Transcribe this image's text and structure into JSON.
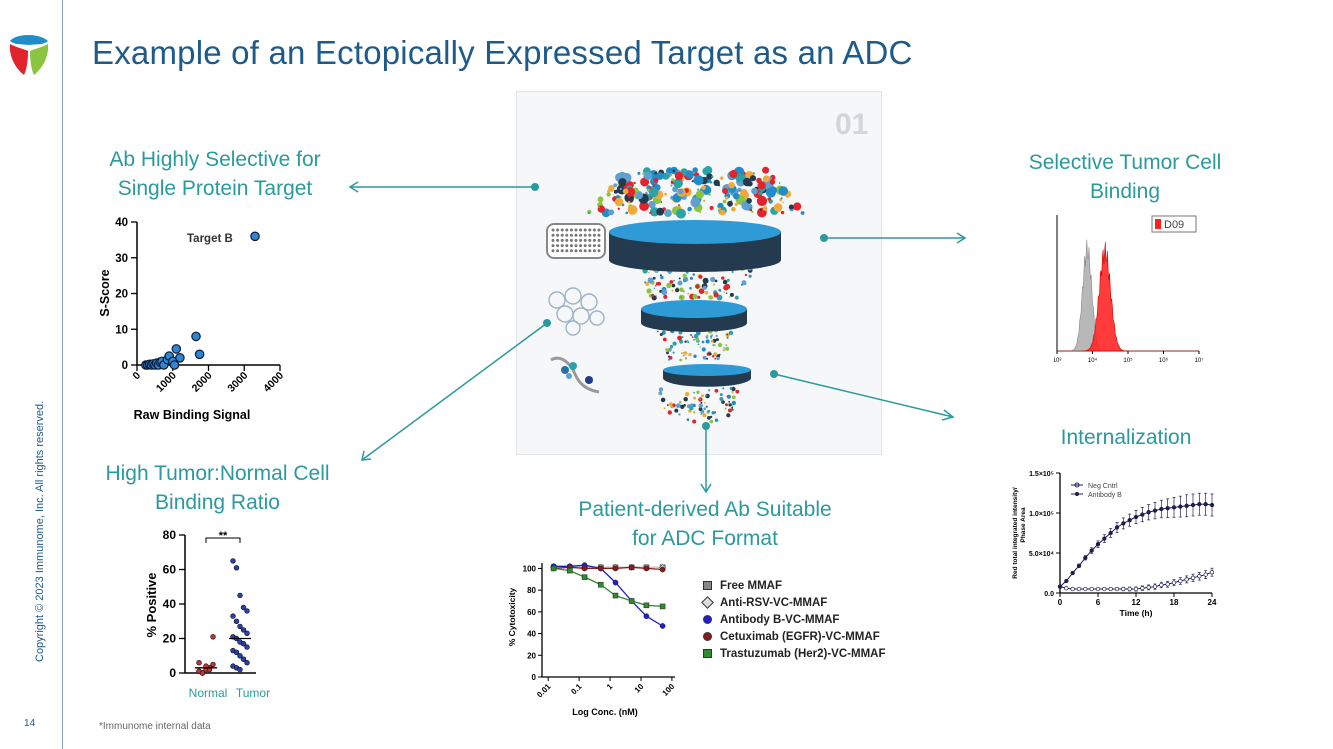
{
  "slide": {
    "title": "Example of an Ectopically Expressed  Target as an ADC",
    "copyright": "Copyright © 2023 Immunome, Inc.  All rights reserved.",
    "page_number": "14",
    "footnote": "*Immunome internal data",
    "logo_icon": "immunome-logo-icon"
  },
  "sections": {
    "selective_line1": "Ab Highly Selective for",
    "selective_line2": "Single Protein Target",
    "ratio_line1": "High Tumor:Normal Cell",
    "ratio_line2": "Binding Ratio",
    "patient_line1": "Patient-derived Ab Suitable",
    "patient_line2": "for ADC Format",
    "binding_line1": "Selective Tumor Cell",
    "binding_line2": "Binding",
    "internalization": "Internalization"
  },
  "funnel": {
    "number": "01",
    "icon": "screening-funnel-icon"
  },
  "colors": {
    "title": "#1e5a8a",
    "teal": "#2a9a9e",
    "navy": "#1e3c8c"
  },
  "chart_data": [
    {
      "type": "scatter",
      "xlabel": "Raw Binding Signal",
      "ylabel": "S-Score",
      "xlim": [
        0,
        4000
      ],
      "ylim": [
        0,
        40
      ],
      "xticks": [
        "0",
        "1000",
        "2000",
        "3000",
        "4000"
      ],
      "yticks": [
        "0",
        "10",
        "20",
        "30",
        "40"
      ],
      "annotation": "Target B",
      "points": [
        [
          250,
          0
        ],
        [
          300,
          0
        ],
        [
          350,
          0.2
        ],
        [
          400,
          0
        ],
        [
          450,
          0.3
        ],
        [
          500,
          0
        ],
        [
          550,
          0.5
        ],
        [
          600,
          0
        ],
        [
          650,
          0.8
        ],
        [
          700,
          1
        ],
        [
          750,
          0
        ],
        [
          850,
          1.5
        ],
        [
          900,
          2.5
        ],
        [
          1000,
          1
        ],
        [
          1050,
          0
        ],
        [
          1100,
          4.5
        ],
        [
          1200,
          2
        ],
        [
          1650,
          8
        ],
        [
          1750,
          3
        ],
        [
          3300,
          36
        ]
      ]
    },
    {
      "type": "scatter",
      "categories": [
        "Normal",
        "Tumor"
      ],
      "ylabel": "% Positive",
      "ylim": [
        0,
        80
      ],
      "yticks": [
        "0",
        "20",
        "40",
        "60",
        "80"
      ],
      "significance": "**",
      "series": [
        {
          "values": [
            1,
            0,
            2,
            3,
            5,
            1,
            0,
            4,
            2,
            21,
            6,
            0
          ]
        },
        {
          "values": [
            65,
            61,
            45,
            38,
            36,
            33,
            30,
            27,
            25,
            23,
            21,
            20,
            18,
            17,
            15,
            13,
            12,
            10,
            8,
            6,
            4,
            3,
            2
          ]
        }
      ],
      "means": [
        3,
        20
      ]
    },
    {
      "type": "line",
      "xlabel": "Log Conc. (nM)",
      "ylabel": "% Cytotoxicity",
      "xticks": [
        "0.01",
        "0.1",
        "1",
        "10",
        "100"
      ],
      "yticks": [
        "0",
        "20",
        "40",
        "60",
        "80",
        "100"
      ],
      "ylim": [
        0,
        105
      ],
      "x": [
        0.015,
        0.05,
        0.15,
        0.5,
        1.5,
        5,
        15,
        50
      ],
      "series": [
        {
          "name": "Free MMAF",
          "values": [
            101,
            101,
            101,
            101,
            101,
            101,
            101,
            101
          ],
          "color": "#888888"
        },
        {
          "name": "Anti-RSV-VC-MMAF",
          "values": [
            101,
            101,
            101,
            101,
            101,
            101,
            101,
            101
          ],
          "color": "#cccccc"
        },
        {
          "name": "Antibody B-VC-MMAF",
          "values": [
            102,
            102,
            103,
            100,
            87,
            70,
            56,
            47
          ],
          "color": "#1f1fd1"
        },
        {
          "name": "Cetuximab (EGFR)-VC-MMAF",
          "values": [
            100,
            101,
            100,
            100,
            100,
            101,
            100,
            99
          ],
          "color": "#8b1a1a"
        },
        {
          "name": "Trastuzumab (Her2)-VC-MMAF",
          "values": [
            100,
            98,
            92,
            85,
            75,
            70,
            66,
            65
          ],
          "color": "#2e8b2e"
        }
      ]
    },
    {
      "type": "area",
      "title": "",
      "legend": "D09",
      "xticks": [
        "10³",
        "10⁴",
        "10⁵",
        "10⁶",
        "10⁷"
      ],
      "series": [
        {
          "name": "control",
          "color": "#b4b4b4",
          "peak_log": 3.85
        },
        {
          "name": "D09",
          "color": "#ff2020",
          "peak_log": 4.35
        }
      ]
    },
    {
      "type": "line",
      "xlabel": "Time (h)",
      "ylabel": "Red total integrated intensity/ Phase Area",
      "xticks": [
        "0",
        "6",
        "12",
        "18",
        "24"
      ],
      "yticks": [
        "0.0",
        "5.0×10⁴",
        "1.0×10⁵",
        "1.5×10⁵"
      ],
      "ylim": [
        0,
        150000
      ],
      "x": [
        0,
        1,
        2,
        3,
        4,
        5,
        6,
        7,
        8,
        9,
        10,
        11,
        12,
        13,
        14,
        15,
        16,
        17,
        18,
        19,
        20,
        21,
        22,
        23,
        24
      ],
      "series": [
        {
          "name": "Neg Cntrl",
          "values": [
            8000,
            6000,
            5000,
            5000,
            5000,
            5000,
            5000,
            5000,
            5000,
            5000,
            5000,
            5000,
            5000,
            6000,
            7000,
            8000,
            10000,
            11000,
            13000,
            15000,
            17000,
            19000,
            21000,
            23000,
            26000
          ]
        },
        {
          "name": "Antibody B",
          "values": [
            8000,
            15000,
            25000,
            34000,
            44000,
            53000,
            61000,
            68000,
            75000,
            82000,
            87000,
            91000,
            95000,
            98000,
            101000,
            103000,
            105000,
            106000,
            107000,
            108000,
            109000,
            110000,
            111000,
            111000,
            110000
          ]
        }
      ]
    }
  ]
}
